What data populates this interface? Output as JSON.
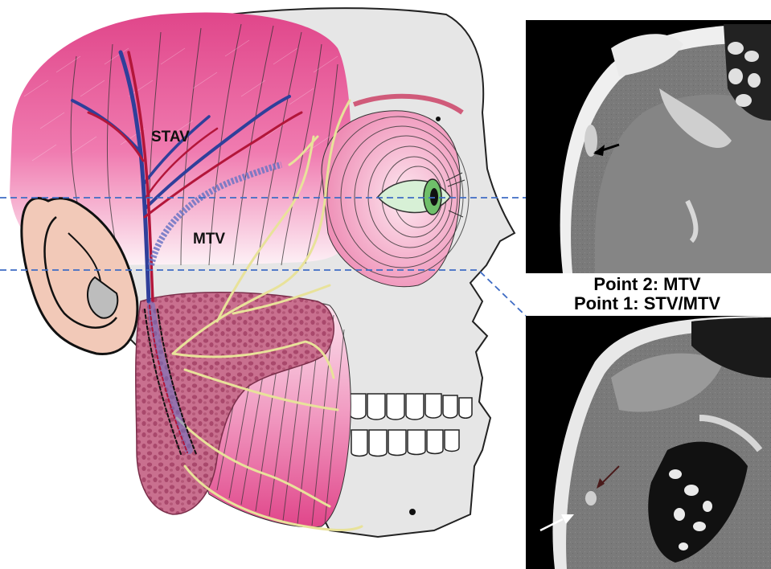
{
  "diagram": {
    "labels": {
      "stav": "STAV",
      "mtv": "MTV"
    },
    "ct_captions": {
      "point2": "Point 2: MTV",
      "point1": "Point 1: STV/MTV"
    },
    "colors": {
      "muscle_pink": "#e0468a",
      "skin_pink": "#f2c9b8",
      "parotid": "#c76b8b",
      "artery_red": "#b3163a",
      "vein_blue": "#2f3f9a",
      "nerve_yellow": "#e8e29a",
      "dashed_line_blue": "#3f6cc4",
      "skull_gray": "#e6e6e6",
      "ct_background": "#000000"
    }
  }
}
